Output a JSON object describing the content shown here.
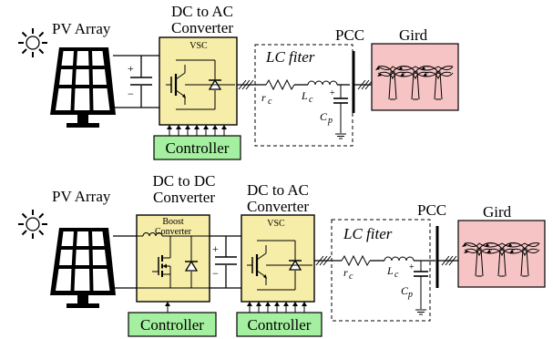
{
  "diagram_top": {
    "pv_label": "PV Array",
    "converter_title_line1": "DC to AC",
    "converter_title_line2": "Converter",
    "vsc_label": "VSC",
    "controller_label": "Controller",
    "filter_label": "LC fiter",
    "rc_label": "r",
    "rc_sub": "c",
    "lc_label": "L",
    "lc_sub": "c",
    "cp_label": "C",
    "cp_sub": "p",
    "pcc_label": "PCC",
    "grid_label": "Gird",
    "plus_sign": "+",
    "minus_sign": "−"
  },
  "diagram_bottom": {
    "pv_label": "PV Array",
    "dcdc_title_line1": "DC to DC",
    "dcdc_title_line2": "Converter",
    "boost_line1": "Boost",
    "boost_line2": "Converter",
    "dcac_title_line1": "DC to AC",
    "dcac_title_line2": "Converter",
    "vsc_label": "VSC",
    "controller1_label": "Controller",
    "controller2_label": "Controller",
    "filter_label": "LC fiter",
    "rc_label": "r",
    "rc_sub": "c",
    "lc_label": "L",
    "lc_sub": "c",
    "cp_label": "C",
    "cp_sub": "p",
    "pcc_label": "PCC",
    "grid_label": "Gird",
    "plus_sign": "+",
    "minus_sign": "−"
  },
  "colors": {
    "converter_fill": "#f6eda8",
    "controller_fill": "#a4f0a0",
    "grid_fill": "#f6c4c4"
  },
  "icons": [
    "sun-icon",
    "solar-panel-icon",
    "igbt-icon",
    "mosfet-icon",
    "diode-icon",
    "capacitor-icon",
    "resistor-icon",
    "inductor-icon",
    "ground-icon",
    "transmission-tower-icon"
  ]
}
